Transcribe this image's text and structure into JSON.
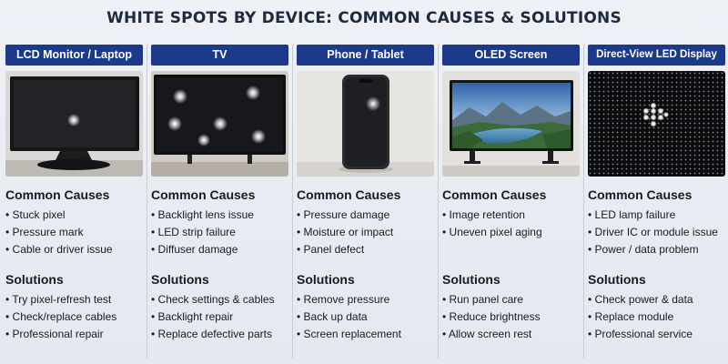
{
  "title": "WHITE SPOTS BY DEVICE: COMMON CAUSES & SOLUTIONS",
  "columns": [
    {
      "device": "LCD Monitor / Laptop",
      "causes_heading": "Common Causes",
      "causes": [
        "Stuck pixel",
        "Pressure mark",
        "Cable or driver issue"
      ],
      "solutions_heading": "Solutions",
      "solutions": [
        "Try pixel-refresh test",
        "Check/replace cables",
        "Professional repair"
      ]
    },
    {
      "device": "TV",
      "causes_heading": "Common Causes",
      "causes": [
        "Backlight lens issue",
        "LED strip failure",
        "Diffuser damage"
      ],
      "solutions_heading": "Solutions",
      "solutions": [
        "Check settings & cables",
        "Backlight repair",
        "Replace defective parts"
      ]
    },
    {
      "device": "Phone / Tablet",
      "causes_heading": "Common Causes",
      "causes": [
        "Pressure damage",
        "Moisture or impact",
        "Panel defect"
      ],
      "solutions_heading": "Solutions",
      "solutions": [
        "Remove pressure",
        "Back up data",
        "Screen replacement"
      ]
    },
    {
      "device": "OLED Screen",
      "causes_heading": "Common Causes",
      "causes": [
        "Image retention",
        "Uneven pixel aging"
      ],
      "solutions_heading": "Solutions",
      "solutions": [
        "Run panel care",
        "Reduce brightness",
        "Allow screen rest"
      ]
    },
    {
      "device": "Direct-View LED Display",
      "causes_heading": "Common Causes",
      "causes": [
        "LED lamp failure",
        "Driver IC or module issue",
        "Power / data problem"
      ],
      "solutions_heading": "Solutions",
      "solutions": [
        "Check power & data",
        "Replace module",
        "Professional service"
      ]
    }
  ],
  "colors": {
    "header_bg": "#1b3a8a",
    "header_text": "#ffffff",
    "title_text": "#1e2a3e",
    "body_text": "#141c2b"
  },
  "icons": [
    "lcd-monitor-photo",
    "tv-photo",
    "phone-photo",
    "oled-screen-photo",
    "led-display-photo"
  ]
}
